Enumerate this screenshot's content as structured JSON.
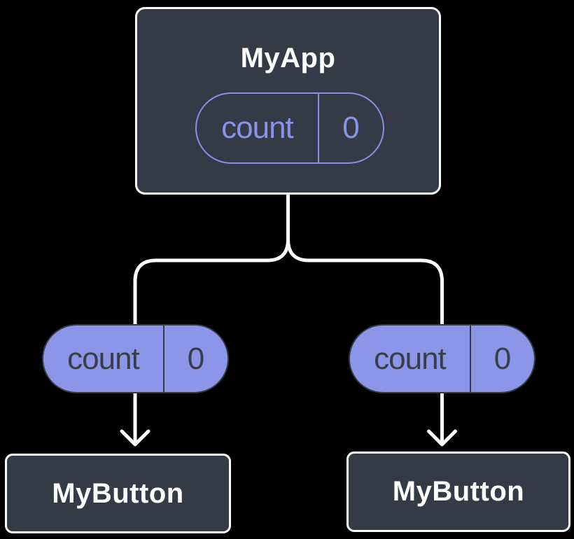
{
  "diagram": {
    "description": "React component tree showing state shared from parent to children",
    "root": {
      "title": "MyApp",
      "state": {
        "name": "count",
        "value": "0"
      }
    },
    "children": [
      {
        "state": {
          "name": "count",
          "value": "0"
        },
        "component": {
          "title": "MyButton"
        }
      },
      {
        "state": {
          "name": "count",
          "value": "0"
        },
        "component": {
          "title": "MyButton"
        }
      }
    ],
    "colors": {
      "background": "#000000",
      "node_fill": "#343a46",
      "node_border": "#ffffff",
      "state_pill_fill": "#8d95e8",
      "state_pill_outline": "#8791e8",
      "state_pill_dark": "#333a45",
      "connector": "#ffffff",
      "title_text": "#ffffff"
    }
  }
}
